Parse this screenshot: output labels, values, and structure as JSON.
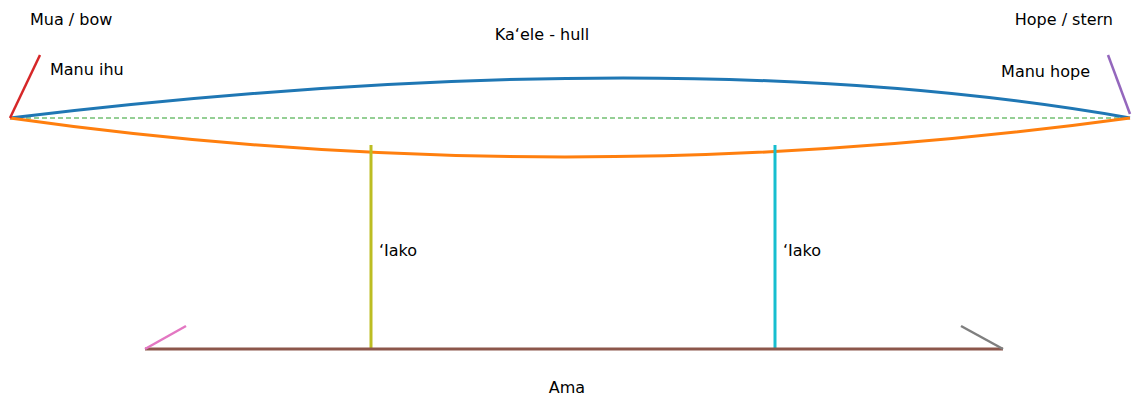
{
  "diagram": {
    "labels": [
      "Mua / bow",
      "Manu ihu",
      "Ka‘ele - hull",
      "Hope / stern",
      "Manu hope",
      "‘Iako",
      "‘Iako",
      "Ama"
    ]
  }
}
